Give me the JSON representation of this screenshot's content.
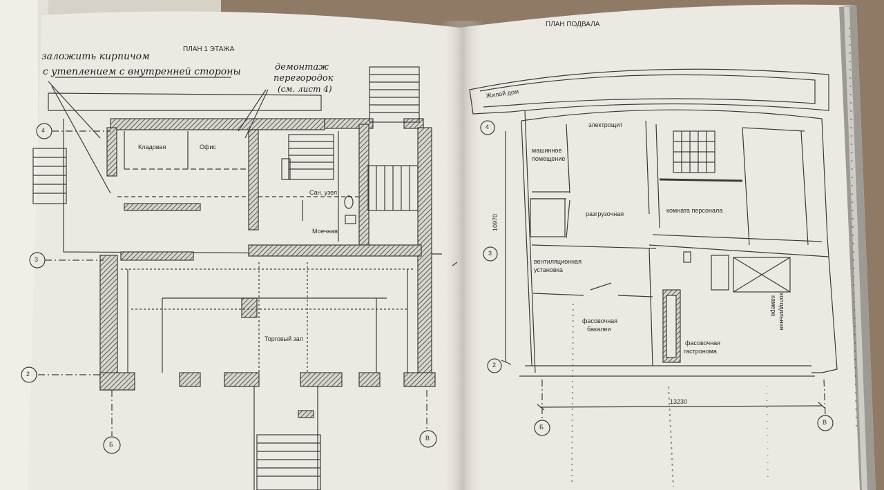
{
  "left_plan": {
    "title": "ПЛАН 1 ЭТАЖА",
    "handwritten_note_1_line1": "заложить кирпичом",
    "handwritten_note_1_line2": "с утеплением с внутренней стороны",
    "handwritten_note_2_line1": "демонтаж",
    "handwritten_note_2_line2": "перегородок",
    "handwritten_note_2_line3": "(см. лист 4)",
    "rooms": {
      "storage": "Кладовая",
      "office": "Офис",
      "wc": "Сан. узел",
      "washroom": "Моечная",
      "sales_hall": "Торговый зал"
    },
    "axis_markers": [
      "4",
      "3",
      "2",
      "Б",
      "В"
    ]
  },
  "right_plan": {
    "title": "ПЛАН ПОДВАЛА",
    "rooms": {
      "residential": "Жилой дом",
      "electrical": "электрощит",
      "machine_room_line1": "машинное",
      "machine_room_line2": "помещение",
      "unloading": "разгрузочная",
      "staff_room": "комната персонала",
      "ventilation_line1": "вентиляционная",
      "ventilation_line2": "установка",
      "packing_grocery_line1": "фасовочная",
      "packing_grocery_line2": "бакалеи",
      "packing_deli_line1": "фасовочная",
      "packing_deli_line2": "гастрономa",
      "cold_chamber_line1": "холодильная",
      "cold_chamber_line2": "камера"
    },
    "dimension_vertical": "10970",
    "dimension_horizontal": "13230",
    "axis_markers": [
      "4",
      "3",
      "2",
      "Б",
      "В"
    ]
  },
  "colors": {
    "paper": "#ece9e2",
    "line": "#3a3a3a",
    "desk": "#8f7a66"
  }
}
